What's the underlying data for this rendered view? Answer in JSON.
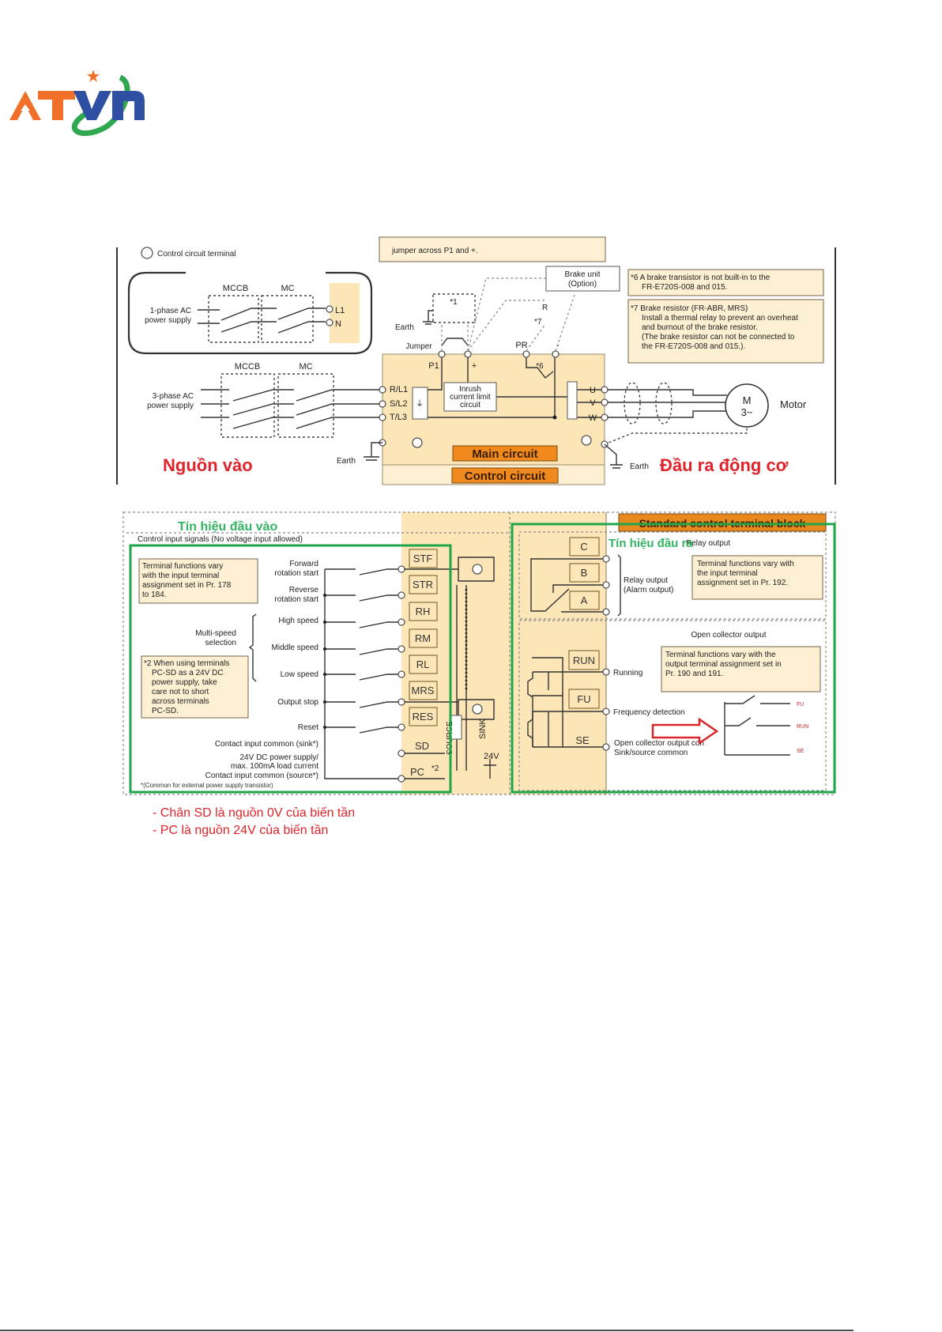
{
  "logo": {
    "text": "ATVN",
    "colors": {
      "orange": "#f0702a",
      "blue": "#2f4fa3",
      "green": "#2fa84f"
    }
  },
  "main_circuit": {
    "legend_label": "Control circuit terminal",
    "jumper_note": "jumper across P1 and +.",
    "single_phase": {
      "source_line1": "1-phase AC",
      "source_line2": "power supply",
      "mccb": "MCCB",
      "mc": "MC",
      "terminals": [
        "L1",
        "N"
      ]
    },
    "three_phase": {
      "source_line1": "3-phase AC",
      "source_line2": "power supply",
      "mccb": "MCCB",
      "mc": "MC"
    },
    "input_terminals": [
      "R/L1",
      "S/L2",
      "T/L3"
    ],
    "dc_terminals": {
      "p1": "P1",
      "plus": "+",
      "pr": "PR",
      "minus": "-"
    },
    "jumper_label": "Jumper",
    "earth_label": "Earth",
    "note_ref_1": "*1",
    "note_ref_6": "*6",
    "note_ref_7": "*7",
    "resistor_label": "R",
    "inrush_lines": [
      "Inrush",
      "current limit",
      "circuit"
    ],
    "brake_unit_lines": [
      "Brake unit",
      "(Option)"
    ],
    "note6_lines": [
      "*6 A brake transistor is not built-in to the",
      "FR-E720S-008 and 015."
    ],
    "note7_lines": [
      "*7  Brake resistor (FR-ABR, MRS)",
      "Install a thermal relay to prevent an overheat",
      "and burnout of the brake resistor.",
      "(The brake resistor can not be connected to",
      "the FR-E720S-008 and 015.)."
    ],
    "output_terminals": [
      "U",
      "V",
      "W"
    ],
    "motor_lines": [
      "M",
      "3~"
    ],
    "motor_label": "Motor",
    "main_circuit_label": "Main circuit",
    "control_circuit_label": "Control circuit",
    "annotation_input": "Nguồn vào",
    "annotation_output": "Đầu ra động cơ"
  },
  "control_circuit": {
    "annotation_inputs": "Tín hiệu đầu vào",
    "annotation_outputs": "Tín hiệu đầu ra",
    "input_header": "Control input signals (No voltage input allowed)",
    "note_input_lines": [
      "Terminal functions vary",
      "with the input terminal",
      "assignment set in Pr. 178",
      "to 184."
    ],
    "note2_lines": [
      "*2 When using terminals",
      "PC-SD as a 24V DC",
      "power supply, take",
      "care not to short",
      "across terminals",
      "PC-SD."
    ],
    "multi_speed_lines": [
      "Multi-speed",
      "selection"
    ],
    "inputs": [
      {
        "terminal": "STF",
        "label1": "Forward",
        "label2": "rotation start"
      },
      {
        "terminal": "STR",
        "label1": "Reverse",
        "label2": "rotation start"
      },
      {
        "terminal": "RH",
        "label1": "High speed"
      },
      {
        "terminal": "RM",
        "label1": "Middle speed"
      },
      {
        "terminal": "RL",
        "label1": "Low speed"
      },
      {
        "terminal": "MRS",
        "label1": "Output stop"
      },
      {
        "terminal": "RES",
        "label1": "Reset"
      }
    ],
    "sd": {
      "terminal": "SD",
      "label": "Contact input common (sink*)"
    },
    "pc": {
      "terminal": "PC",
      "ref": "*2",
      "label_lines": [
        "24V DC power supply/",
        "max. 100mA load current",
        "Contact input common (source*)"
      ]
    },
    "footnote": "*(Common for external power supply transistor)",
    "source_label": "SOURCE",
    "sink_label": "SINK",
    "v24_label": "24V",
    "terminal_block_header": "Standard control terminal block",
    "relay_output_header": "Relay output",
    "relay_terminals": [
      "C",
      "B",
      "A"
    ],
    "relay_label_lines": [
      "Relay output",
      "(Alarm output)"
    ],
    "relay_note_lines": [
      "Terminal functions vary with",
      "the input terminal",
      "assignment set in Pr. 192."
    ],
    "open_collector_header": "Open collector output",
    "oc_note_lines": [
      "Terminal functions vary with the",
      "output terminal assignment set in",
      "Pr. 190 and 191."
    ],
    "oc_outputs": [
      {
        "terminal": "RUN",
        "label": "Running"
      },
      {
        "terminal": "FU",
        "label": "Frequency detection"
      },
      {
        "terminal": "SE",
        "label": "Open collector output con"
      }
    ],
    "se_label2": "Sink/source common",
    "switch_labels": [
      "FU",
      "RUN",
      "SE"
    ]
  },
  "notes": [
    "- Chân SD là nguồn 0V của biến tần",
    "- PC là nguồn 24V của biến tần"
  ]
}
